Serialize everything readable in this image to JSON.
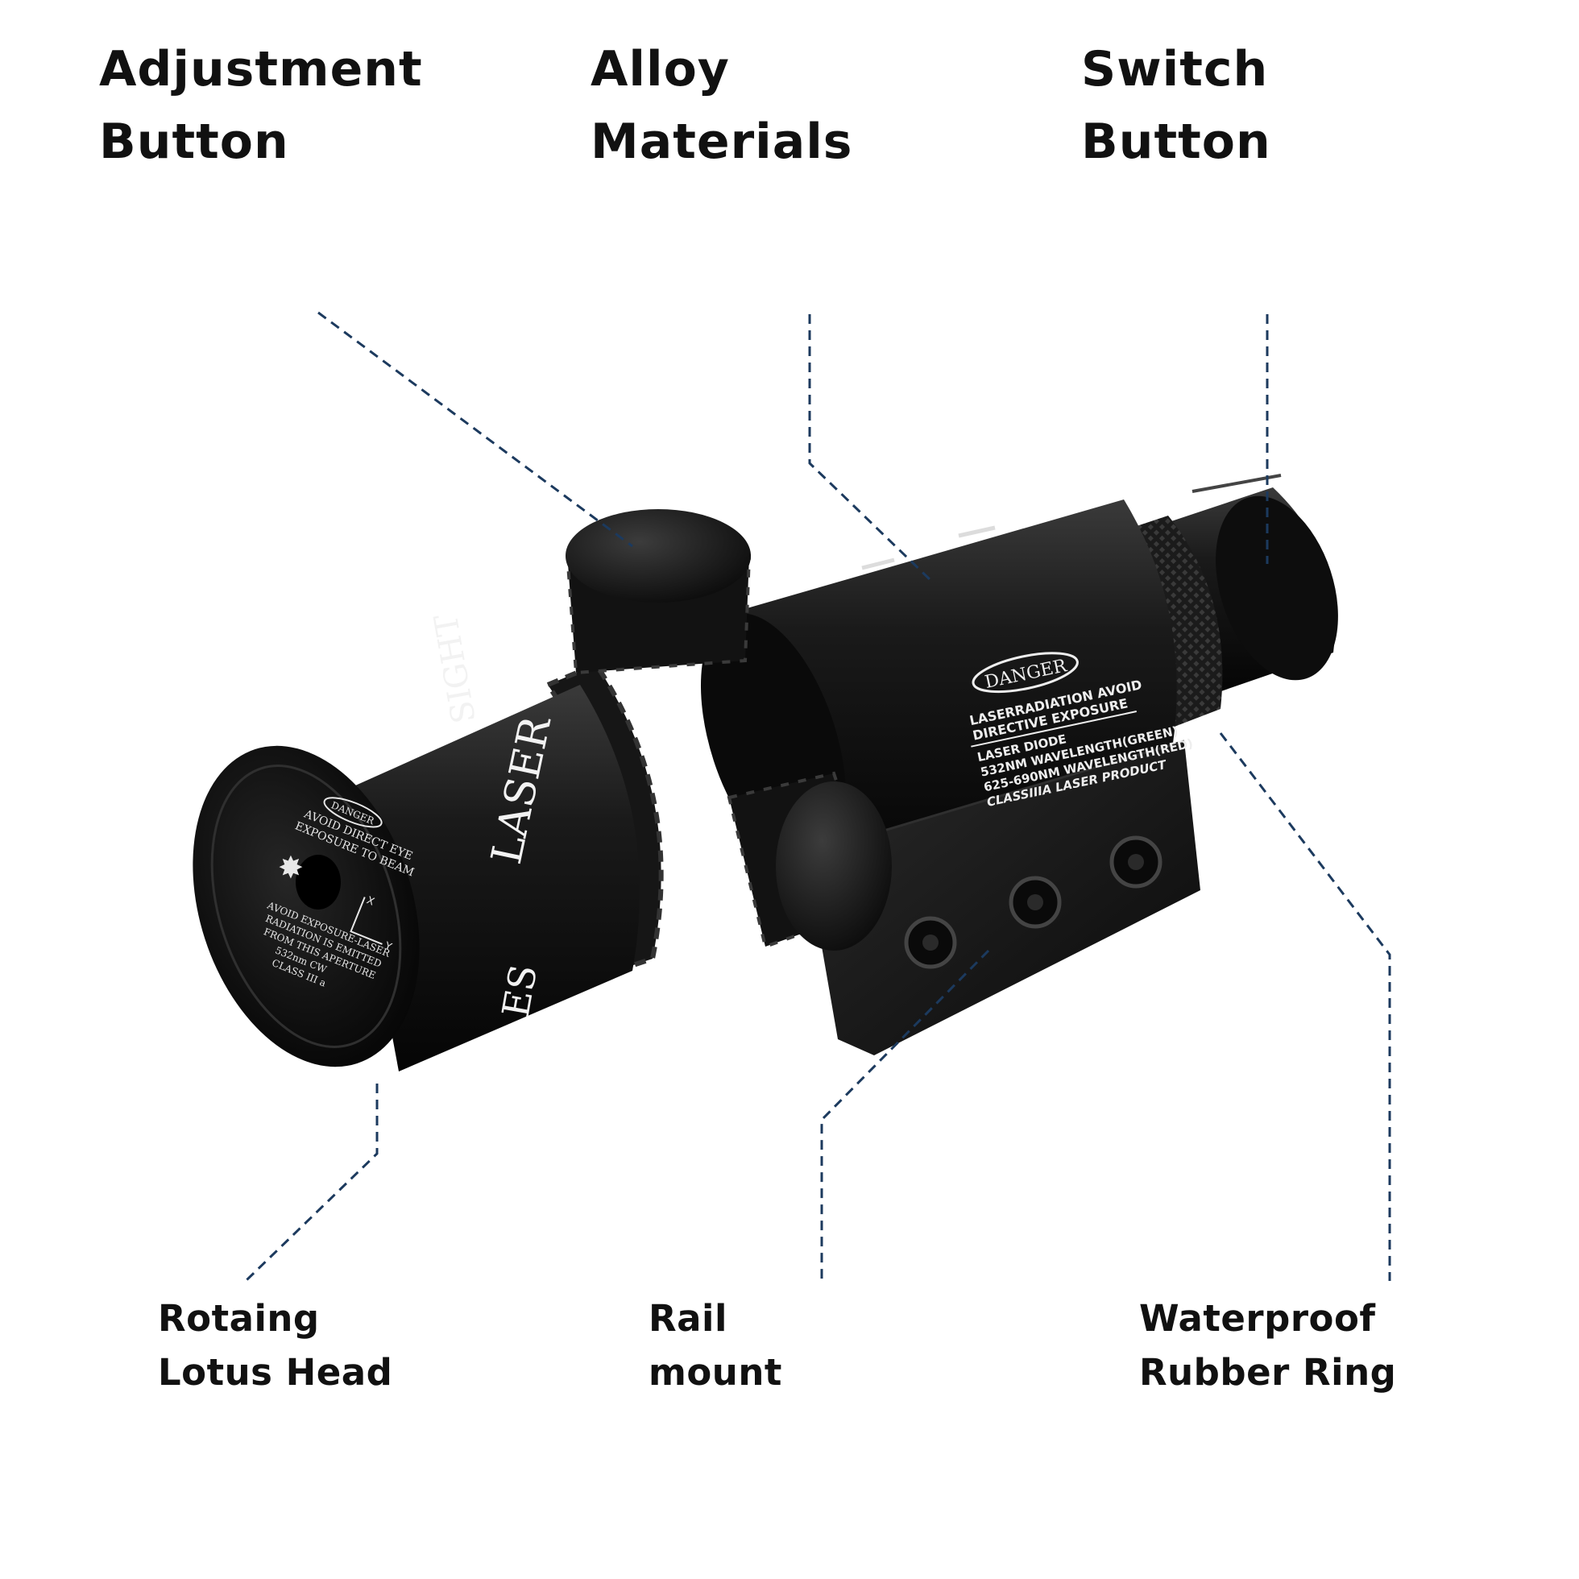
{
  "labels": {
    "adjustment_button": {
      "line1": "Adjustment",
      "line2": "Button"
    },
    "alloy_materials": {
      "line1": "Alloy",
      "line2": "Materials"
    },
    "switch_button": {
      "line1": "Switch",
      "line2": "Button"
    },
    "rotating_lotus_head": {
      "line1": "Rotaing",
      "line2": "Lotus Head"
    },
    "rail_mount": {
      "line1": "Rail",
      "line2": "mount"
    },
    "waterproof_rubber_ring": {
      "line1": "Waterproof",
      "line2": "Rubber Ring"
    }
  },
  "placeholders": {
    "top_line1": "__________________________",
    "top_line2": "___",
    "bottom_line1": "________________________",
    "bottom_line2": "___"
  },
  "device_markings": {
    "body_danger": "DANGER",
    "body_warning_1": "LASERRADIATION AVOID",
    "body_warning_2": "DIRECTIVE  EXPOSURE",
    "body_warning_3": "LASER DIODE",
    "body_warning_4": "532NM WAVELENGTH(GREEN)",
    "body_warning_5": "625-690NM WAVELENGTH(RED)",
    "body_warning_6": "CLASSIIIA LASER PRODUCT",
    "barrel_text_1": "LASER",
    "barrel_text_2": "SIGHT",
    "barrel_text_3": "ES",
    "cap_danger": "DANGER",
    "cap_text_1": "AVOID DIRECT EYE",
    "cap_text_2": "EXPOSURE TO BEAM",
    "cap_text_3": "AVOID EXPOSURE-LASER",
    "cap_text_4": "RADIATION IS EMITTED",
    "cap_text_5": "FROM THIS APERTURE",
    "cap_text_6": "532nm CW",
    "cap_text_7": "CLASS III a",
    "axis_x": "X",
    "axis_y": "Y"
  },
  "colors": {
    "leader_line": "#1c3a5e",
    "device_body": "#111111",
    "text": "#111111"
  }
}
